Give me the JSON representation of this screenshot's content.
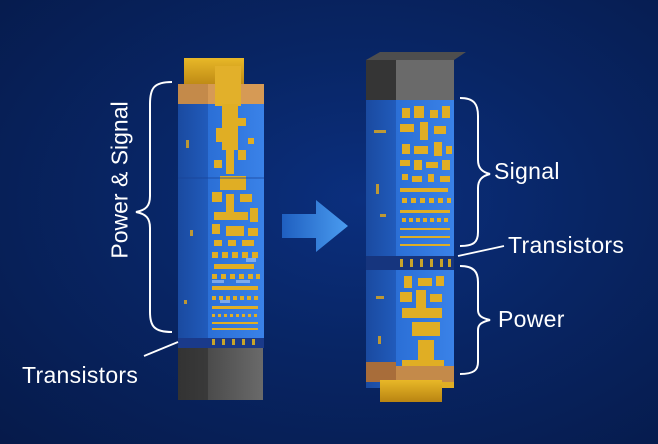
{
  "labels": {
    "power_signal": "Power & Signal",
    "transistors_left": "Transistors",
    "signal": "Signal",
    "transistors_right": "Transistors",
    "power": "Power"
  },
  "colors": {
    "background": "#082564",
    "pillar_blue": "#2a6fd4",
    "pillar_blue_dark": "#1c4fa6",
    "copper_gold": "#d9a520",
    "transistor_base": "#5a5a5a",
    "arrow": "#3b8ae6",
    "text": "#ffffff"
  },
  "icons": {
    "arrow": "arrow-right-icon"
  }
}
